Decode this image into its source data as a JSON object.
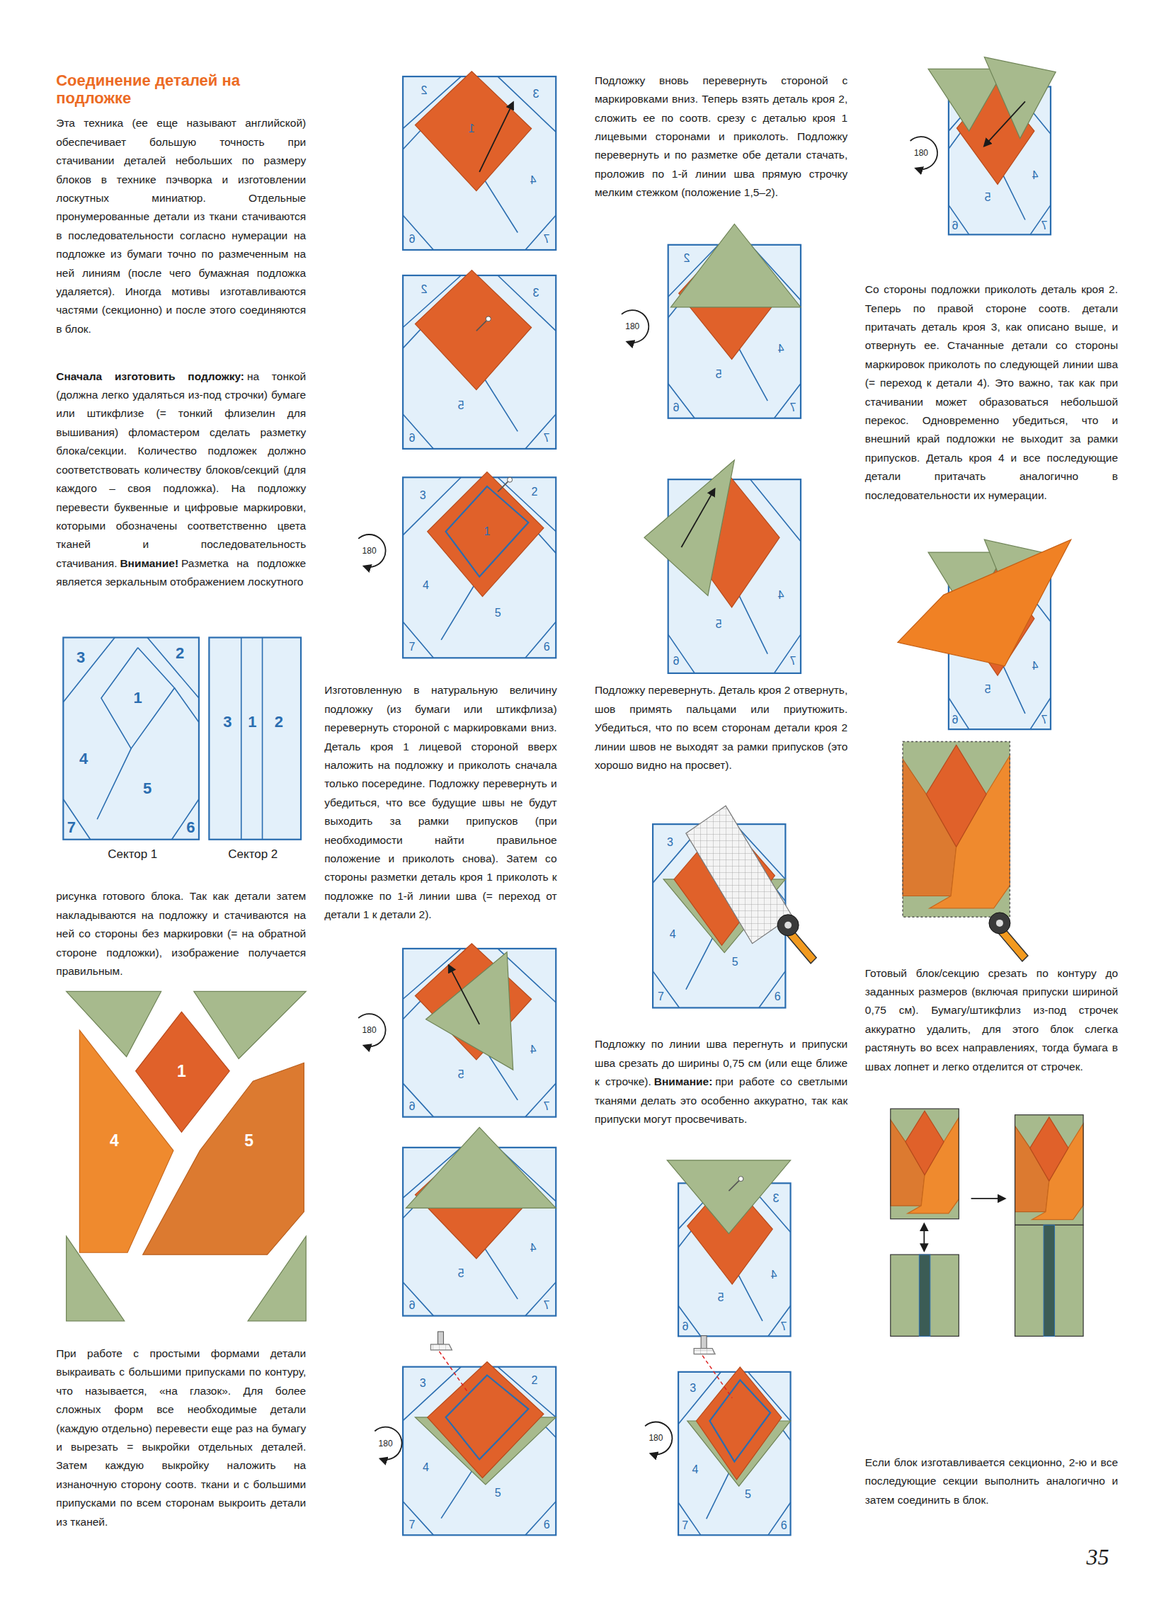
{
  "diagram": {
    "title": "Соединение деталей на подложке",
    "labels": [
      "Эта техника (ее еще называют английской) обеспечивает большую точность при стачивании деталей небольших по размеру блоков в технике пэчворка и изготовлении лоскутных миниатюр. Отдельные пронумерованные детали из ткани стачиваются в последовательности согласно нумерации на подложке из бумаги точно по размеченным на ней линиям (после чего бумажная подложка удаляется). Иногда мотивы изготавливаются частями (секционно) и после этого соединяются в блок.",
      "Сначала изготовить подложку:",
      "на тонкой (должна легко удаляться из-под строчки) бумаге или штикфлизе (= тонкий флизелин для вышивания) фломастером сделать разметку блока/секции. Количество подложек должно соответствовать количеству блоков/секций (для каждого – своя подложка). На подложку перевести буквенные и цифровые маркировки, которыми обозначены соответственно цвета тканей и последовательность стачивания.",
      "Внимание!",
      "Разметка на подложке является зеркальным отображением лоскутного",
      "3",
      "2",
      "1",
      "4",
      "5",
      "7",
      "6",
      "3",
      "1",
      "2",
      "Сектор 1",
      "Сектор 2",
      "рисунка готового блока. Так как детали затем накладываются на подложку и стачиваются на ней со стороны без маркировки (= на обратной стороне подложки), изображение получается правильным.",
      "1",
      "4",
      "5",
      "При работе с простыми формами детали выкраивать с большими припусками по контуру, что называется, «на глазок». Для более сложных форм все необходимые детали (каждую отдельно) перевести еще раз на бумагу и вырезать = выкройки отдельных деталей. Затем каждую выкройку наложить на изнаночную сторону соотв. ткани и с большими припусками по всем сторонам выкроить детали из тканей.",
      "2",
      "3",
      "1",
      "4",
      "6",
      "7",
      "2",
      "3",
      "5",
      "6",
      "7",
      "3",
      "2",
      "1",
      "4",
      "5",
      "7",
      "6",
      "180",
      "Изготовленную в натуральную величину подложку (из бумаги или штикфлиза) перевернуть стороной с маркировками вниз. Деталь кроя 1 лицевой стороной вверх наложить на подложку и приколоть сначала только посередине. Подложку перевернуть и убедиться, что все будущие швы не будут выходить за рамки припусков (при необходимости найти правильное положение и приколоть снова). Затем со стороны разметки деталь кроя 1 приколоть к подложке по 1-й линии шва (= переход от детали 1 к детали 2).",
      "4",
      "5",
      "6",
      "7",
      "180",
      "4",
      "5",
      "6",
      "7",
      "3",
      "2",
      "4",
      "5",
      "7",
      "6",
      "180",
      "Подложку вновь перевернуть стороной с маркировками вниз. Теперь взять деталь кроя 2, сложить ее по соотв. срезу с деталью кроя 1 лицевыми сторонами и приколоть. Подложку перевернуть и по разметке обе детали стачать, проложив по 1-й линии шва прямую строчку мелким стежком (положение 1,5–2).",
      "180",
      "2",
      "4",
      "5",
      "6",
      "7",
      "4",
      "5",
      "6",
      "7",
      "Подложку перевернуть. Деталь кроя 2 отвернуть, шов примять пальцами или приутюжить. Убедиться, что по всем сторонам детали кроя 2 линии швов не выходят за рамки припусков (это хорошо видно на просвет).",
      "3",
      "4",
      "5",
      "7",
      "6",
      "Подложку по линии шва перегнуть и припуски шва срезать до ширины 0,75 см (или еще ближе к строчке).",
      "Внимание:",
      "при работе со светлыми тканями делать это особенно аккуратно, так как припуски могут просвечивать.",
      "3",
      "4",
      "5",
      "6",
      "7",
      "180",
      "3",
      "4",
      "5",
      "7",
      "6",
      "180",
      "4",
      "5",
      "6",
      "7",
      "Со стороны подложки приколоть деталь кроя 2. Теперь по правой стороне соотв. детали притачать деталь кроя 3, как описано выше, и отвернуть ее. Стачанные детали со стороны маркировок приколоть по следующей линии шва (= переход к детали 4). Это важно, так как при стачивании может образоваться небольшой перекос. Одновременно убедиться, что и внешний край подложки не выходит за рамки припусков. Деталь кроя 4 и все последующие детали притачать аналогично в последовательности их нумерации.",
      "4",
      "5",
      "6",
      "7",
      "Готовый блок/секцию срезать по контуру до заданных размеров (включая припуски шириной 0,75 см). Бумагу/штикфлиз из-под строчек аккуратно удалить, для этого блок слегка растянуть во всех направлениях, тогда бумага в швах лопнет и легко отделится от строчек.",
      "Если блок изготавливается секционно, 2-ю и все последующие секции выполнить аналогично и затем соединить в блок.",
      "35"
    ]
  }
}
